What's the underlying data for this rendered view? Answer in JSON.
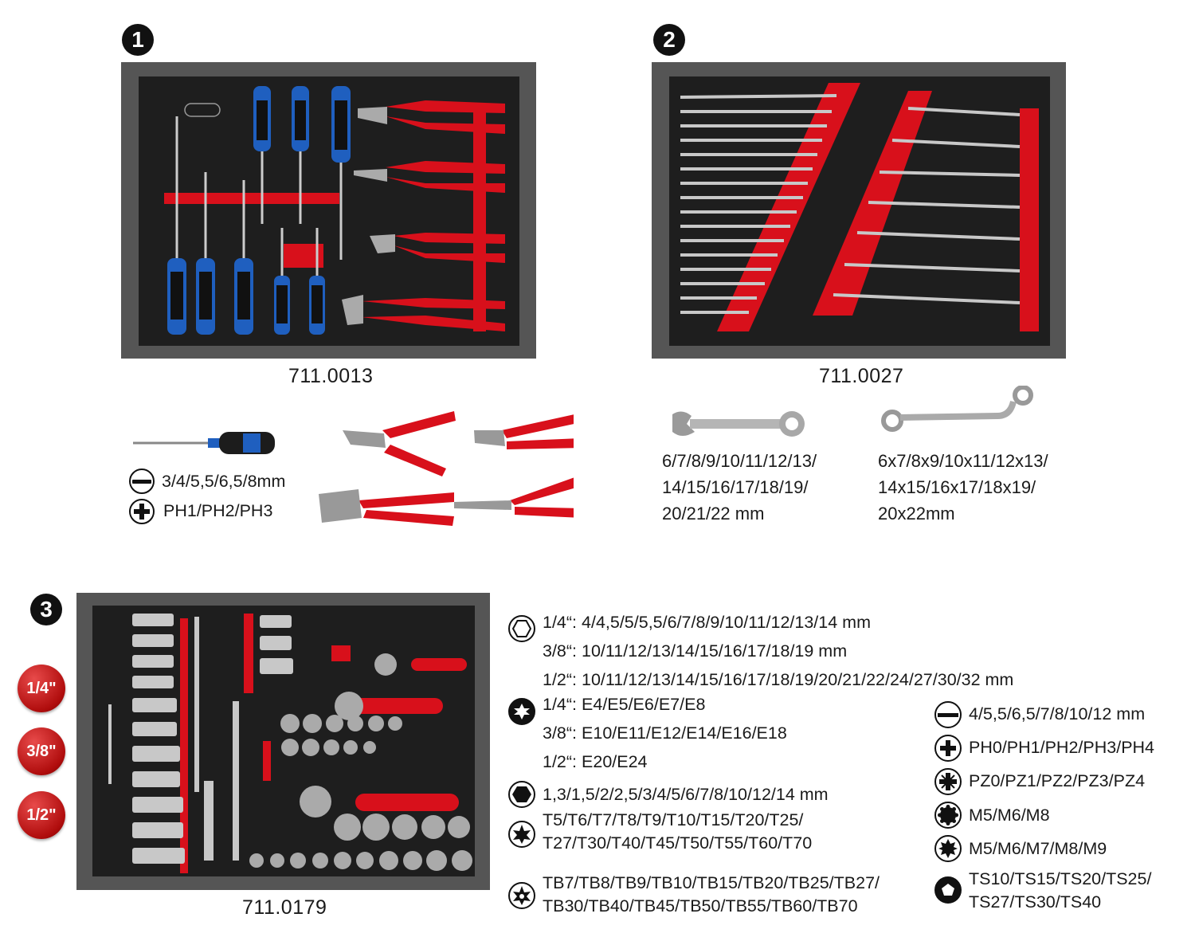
{
  "sections": [
    {
      "badge": "1",
      "code": "711.0013"
    },
    {
      "badge": "2",
      "code": "711.0027"
    },
    {
      "badge": "3",
      "code": "711.0179"
    }
  ],
  "section1": {
    "slotted_sizes": "3/4/5,5/6,5/8mm",
    "phillips_sizes": "PH1/PH2/PH3"
  },
  "section2": {
    "combination_wrench_sizes": [
      "6/7/8/9/10/11/12/13/",
      "14/15/16/17/18/19/",
      "20/21/22 mm"
    ],
    "double_ring_sizes": [
      "6x7/8x9/10x11/12x13/",
      "14x15/16x17/18x19/",
      "20x22mm"
    ]
  },
  "drive_badges": [
    "1/4\"",
    "3/8\"",
    "1/2\""
  ],
  "section3": {
    "hex_sockets": [
      {
        "drive": "1/4“:",
        "sizes": "4/4,5/5/5,5/6/7/8/9/10/11/12/13/14 mm"
      },
      {
        "drive": "3/8“:",
        "sizes": "10/11/12/13/14/15/16/17/18/19 mm"
      },
      {
        "drive": "1/2“:",
        "sizes": "10/11/12/13/14/15/16/17/18/19/20/21/22/24/27/30/32 mm"
      }
    ],
    "e_sockets": [
      {
        "drive": "1/4“:",
        "sizes": "E4/E5/E6/E7/E8"
      },
      {
        "drive": "3/8“:",
        "sizes": "E10/E11/E12/E14/E16/E18"
      },
      {
        "drive": "1/2“:",
        "sizes": "E20/E24"
      }
    ],
    "hex_bits": "1,3/1,5/2/2,5/3/4/5/6/7/8/10/12/14 mm",
    "torx_bits": [
      "T5/T6/T7/T8/T9/T10/T15/T20/T25/",
      "T27/T30/T40/T45/T50/T55/T60/T70"
    ],
    "torx_tb_bits": [
      "TB7/TB8/TB9/TB10/TB15/TB20/TB25/TB27/",
      "TB30/TB40/TB45/TB50/TB55/TB60/TB70"
    ],
    "right_list": {
      "slotted": "4/5,5/6,5/7/8/10/12 mm",
      "phillips": "PH0/PH1/PH2/PH3/PH4",
      "pozidriv": "PZ0/PZ1/PZ2/PZ3/PZ4",
      "spline": "M5/M6/M8",
      "multitooth": "M5/M6/M7/M8/M9",
      "ts": [
        "TS10/TS15/TS20/TS25/",
        "TS27/TS30/TS40"
      ]
    }
  },
  "colors": {
    "accent_red": "#d8101b",
    "foam": "#1e1e1e",
    "tray_border": "#555555",
    "blue": "#1f5fbf"
  }
}
